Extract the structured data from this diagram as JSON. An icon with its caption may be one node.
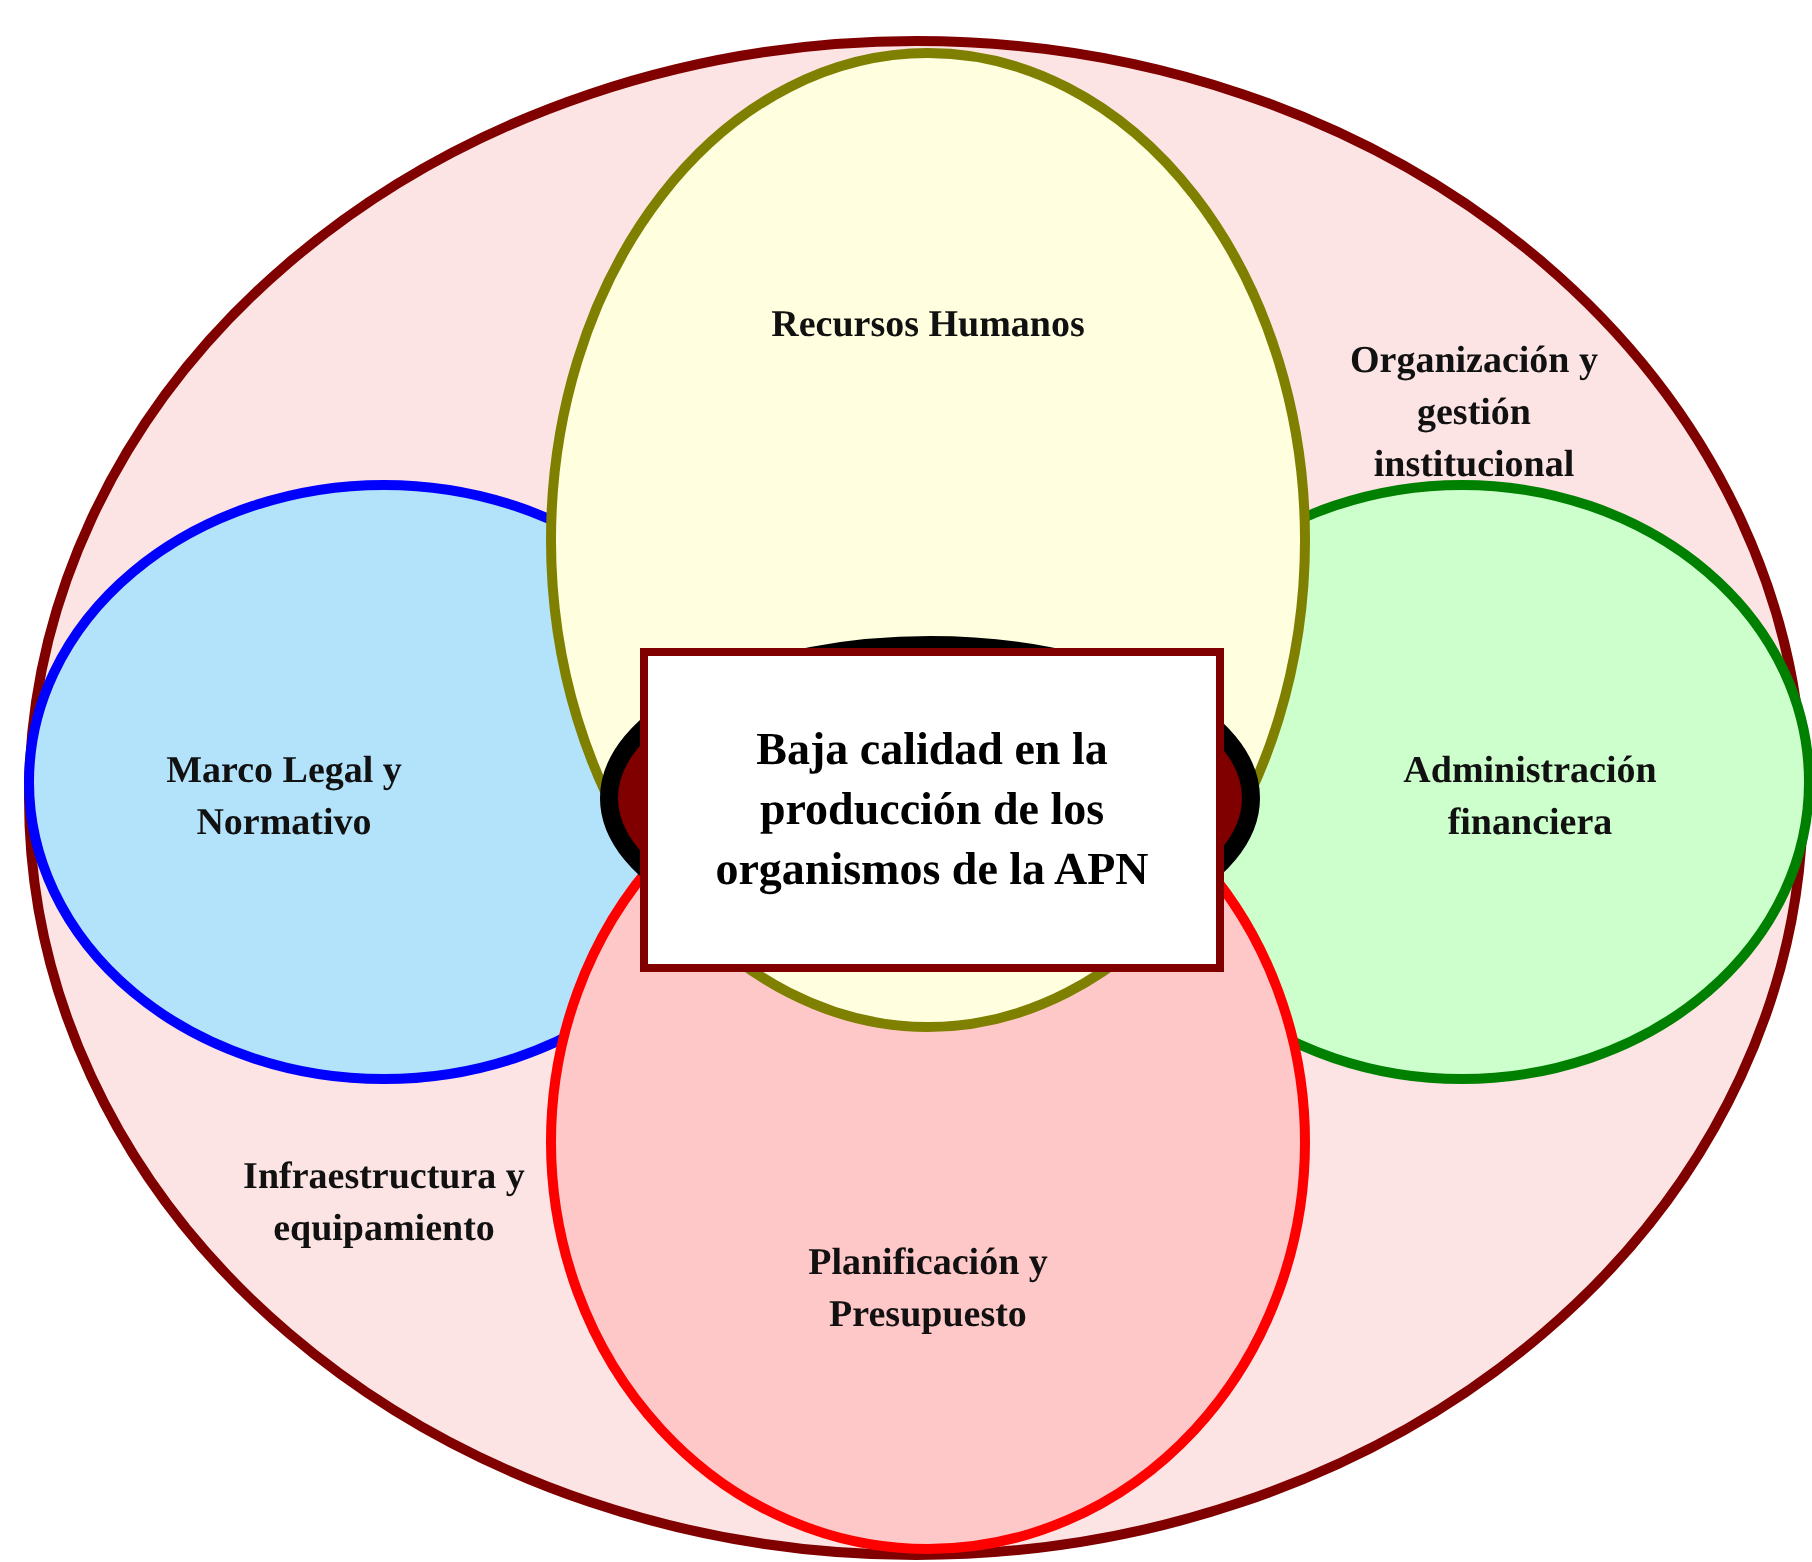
{
  "diagram": {
    "nodes": [
      {
        "text": [
          "Organización y gestión institucional",
          "Infraestructura y equipamiento"
        ]
      },
      {
        "text": [
          "Marco Legal y Normativo"
        ],
        "in": 0
      },
      {
        "text": [
          "Administración financiera"
        ],
        "in": 0
      },
      {
        "text": [
          "Planificación y Presupuesto"
        ],
        "in": 0
      },
      {
        "text": [
          "Recursos Humanos"
        ],
        "in": 0
      },
      {
        "text": [],
        "shape": "ellipse",
        "in": 4
      },
      {
        "text": [
          "Baja calidad en la producción de los organismos de la APN"
        ],
        "in": 4
      }
    ],
    "edges": []
  }
}
